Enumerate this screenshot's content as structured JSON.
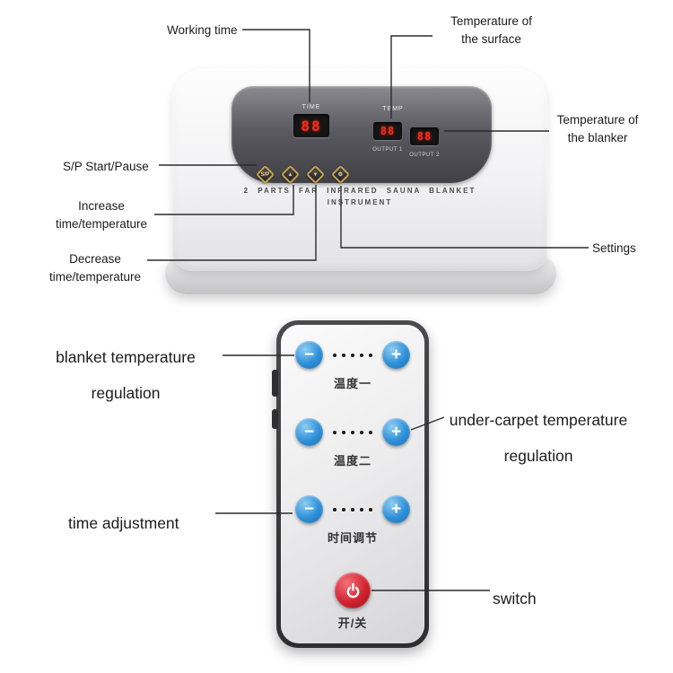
{
  "annotations": {
    "working_time": "Working time",
    "temp_surface": {
      "line1": "Temperature of",
      "line2": "the surface"
    },
    "temp_blanket": {
      "line1": "Temperature of",
      "line2": "the blanker"
    },
    "sp_start_pause": "S/P Start/Pause",
    "increase": {
      "line1": "Increase",
      "line2": "time/temperature"
    },
    "decrease": {
      "line1": "Decrease",
      "line2": "time/temperature"
    },
    "settings": "Settings",
    "blanket_regulation": {
      "line1": "blanket temperature",
      "line2": "regulation"
    },
    "under_carpet": {
      "line1": "under-carpet temperature",
      "line2": "regulation"
    },
    "time_adjustment": "time adjustment",
    "switch": "switch"
  },
  "device": {
    "time_label": "TIME",
    "temp_label": "TEMP",
    "time_value": "88",
    "temp1_value": "88",
    "temp2_value": "88",
    "output1_label": "OUTPUT 1",
    "output2_label": "OUTPUT 2",
    "buttons": {
      "start_pause": "S/P",
      "increase": "▲",
      "decrease": "▼",
      "settings": "⚙"
    },
    "name_line1": "2 PARTS FAR INFRARED SAUNA BLANKET",
    "name_line2": "INSTRUMENT"
  },
  "remote": {
    "rows": [
      {
        "minus": "−",
        "plus": "+",
        "label": "温度一"
      },
      {
        "minus": "−",
        "plus": "+",
        "label": "温度二"
      },
      {
        "minus": "−",
        "plus": "+",
        "label": "时间调节"
      }
    ],
    "power_label": "开/关"
  },
  "colors": {
    "button_blue": "#2e8fd8",
    "power_red": "#d2232e",
    "digit_red": "#ff2a1e",
    "line_color": "#2b2b2b"
  }
}
